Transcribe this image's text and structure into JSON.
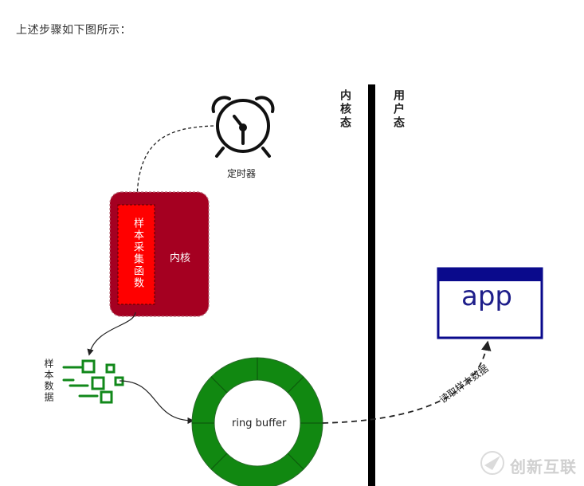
{
  "intro_text": "上述步骤如下图所示：",
  "labels": {
    "kernel_space": "内核态",
    "user_space": "用户态",
    "timer": "定时器",
    "kernel": "内核",
    "sample_function": "样本采集函数",
    "sample_data": "样本数据",
    "ring_buffer": "ring buffer",
    "app": "app",
    "read_samples": "读取样本数据"
  },
  "watermark": "创新互联",
  "colors": {
    "kernel_box": "#a50021",
    "sample_fn_box": "#ff0000",
    "ring": "#118811",
    "app_border": "#0a0a8c",
    "divider": "#000000"
  },
  "icons": [
    "alarm-clock-icon",
    "sample-data-icon"
  ]
}
